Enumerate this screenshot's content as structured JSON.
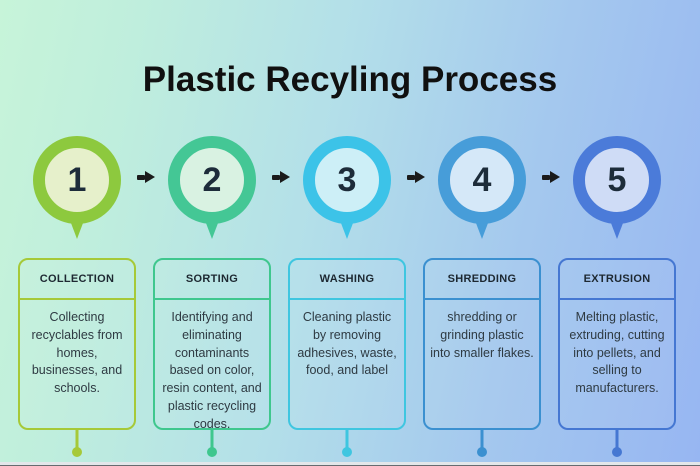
{
  "title": "Plastic Recyling Process",
  "background": {
    "gradient_start": "#c7f4d9",
    "gradient_end": "#97b6f2"
  },
  "arrow_color": "#1b1b1b",
  "steps": [
    {
      "number": "1",
      "title": "COLLECTION",
      "description": "Collecting recyclables from homes, businesses, and schools.",
      "colors": {
        "ring": "#8dc93e",
        "fill": "#e6f0cb",
        "accent": "#a6c938"
      }
    },
    {
      "number": "2",
      "title": "SORTING",
      "description": "Identifying and eliminating contaminants based on color, resin content, and plastic recycling codes.",
      "colors": {
        "ring": "#44c795",
        "fill": "#d9f2e2",
        "accent": "#3fc78e"
      }
    },
    {
      "number": "3",
      "title": "WASHING",
      "description": "Cleaning plastic by removing adhesives, waste, food, and label",
      "colors": {
        "ring": "#3cc3e8",
        "fill": "#cdeff7",
        "accent": "#3fc6e0"
      }
    },
    {
      "number": "4",
      "title": "SHREDDING",
      "description": "shredding or grinding plastic into smaller flakes.",
      "colors": {
        "ring": "#479dd9",
        "fill": "#d5e8f8",
        "accent": "#3b90d0"
      }
    },
    {
      "number": "5",
      "title": "EXTRUSION",
      "description": "Melting plastic, extruding, cutting into pellets, and selling to manufacturers.",
      "colors": {
        "ring": "#4b7bd9",
        "fill": "#cfdcf6",
        "accent": "#4577d2"
      }
    }
  ]
}
